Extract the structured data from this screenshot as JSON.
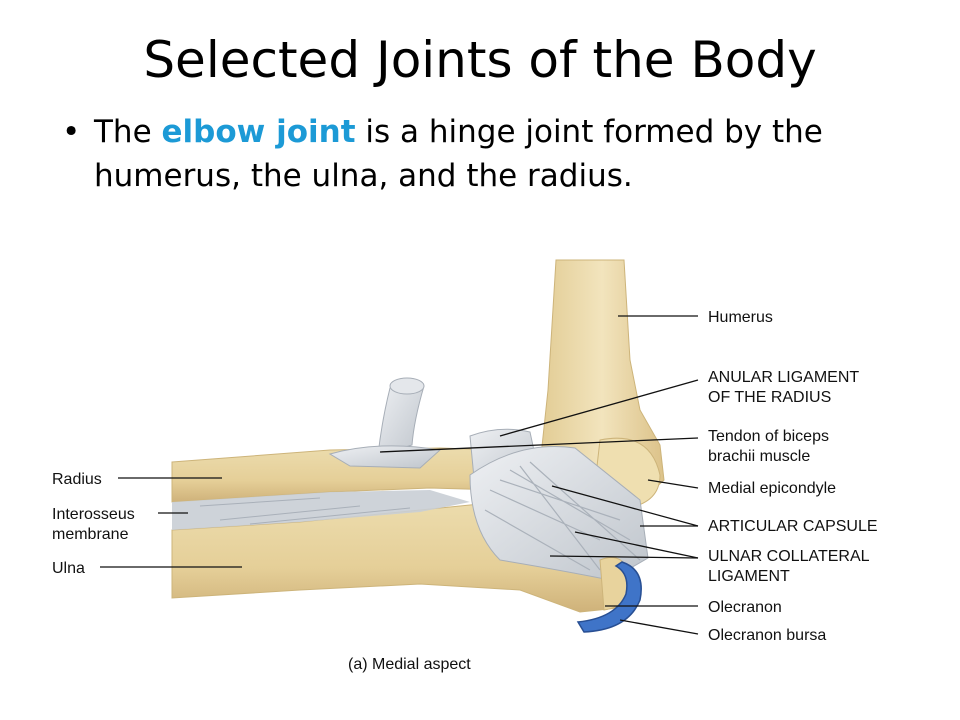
{
  "slide": {
    "title": "Selected Joints of the Body",
    "bullet": {
      "prefix": "The ",
      "highlight": "elbow joint",
      "suffix": " is a hinge joint formed by the humerus, the ulna, and the radius."
    },
    "highlight_color": "#1c9ad6"
  },
  "figure": {
    "labels_right": [
      {
        "lines": [
          "Humerus"
        ]
      },
      {
        "lines": [
          "ANULAR LIGAMENT",
          "OF THE RADIUS"
        ]
      },
      {
        "lines": [
          "Tendon of biceps",
          "brachii muscle"
        ]
      },
      {
        "lines": [
          "Medial epicondyle"
        ]
      },
      {
        "lines": [
          "ARTICULAR CAPSULE"
        ]
      },
      {
        "lines": [
          "ULNAR COLLATERAL",
          "LIGAMENT"
        ]
      },
      {
        "lines": [
          "Olecranon"
        ]
      },
      {
        "lines": [
          "Olecranon bursa"
        ]
      }
    ],
    "labels_left": [
      {
        "lines": [
          "Radius"
        ]
      },
      {
        "lines": [
          "Interosseus",
          "membrane"
        ]
      },
      {
        "lines": [
          "Ulna"
        ]
      }
    ],
    "caption": "(a) Medial aspect",
    "colors": {
      "bone": "#ead9a8",
      "bone_shadow": "#cdb47a",
      "ligament": "#d9dde2",
      "bursa": "#3f74c8"
    }
  }
}
